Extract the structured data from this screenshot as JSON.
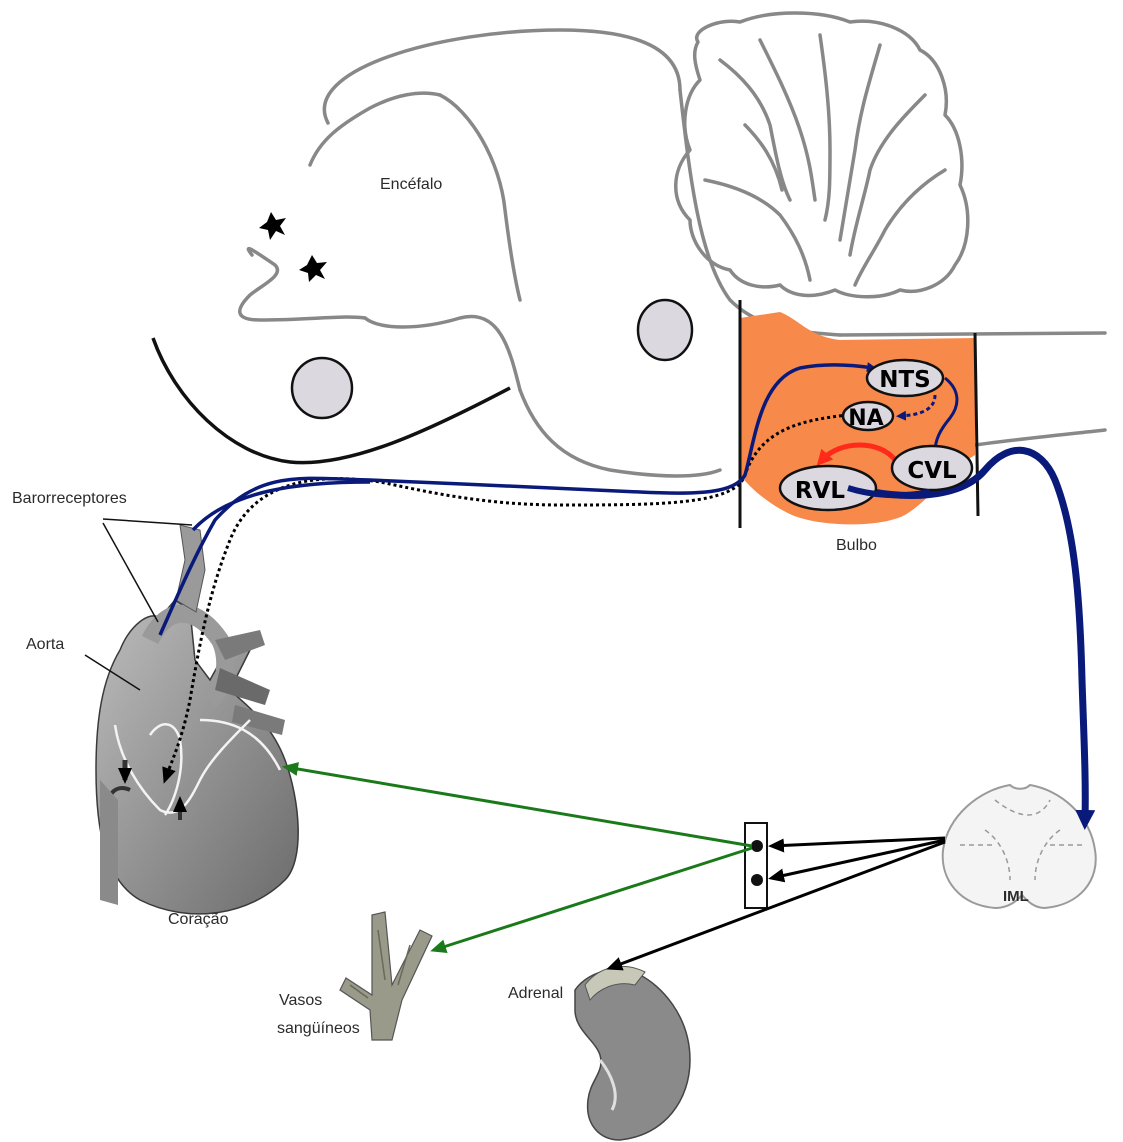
{
  "labels": {
    "encefalo": "Encéfalo",
    "bulbo": "Bulbo",
    "barorreceptores": "Barorreceptores",
    "aorta": "Aorta",
    "coracao": "Coração",
    "vasos_line1": "Vasos",
    "vasos_line2": "sangüíneos",
    "adrenal": "Adrenal",
    "iml": "IML"
  },
  "nuclei": {
    "nts": "NTS",
    "na": "NA",
    "cvl": "CVL",
    "rvl": "RVL"
  },
  "colors": {
    "baroreflex_pathway": "#0a1a7a",
    "excitatory_red": "#ff2a1a",
    "sympathetic_green": "#1a7a1a",
    "bulbo_fill": "#f7894a",
    "nucleus_fill": "#dcd8e0",
    "brain_outline": "#888888"
  }
}
